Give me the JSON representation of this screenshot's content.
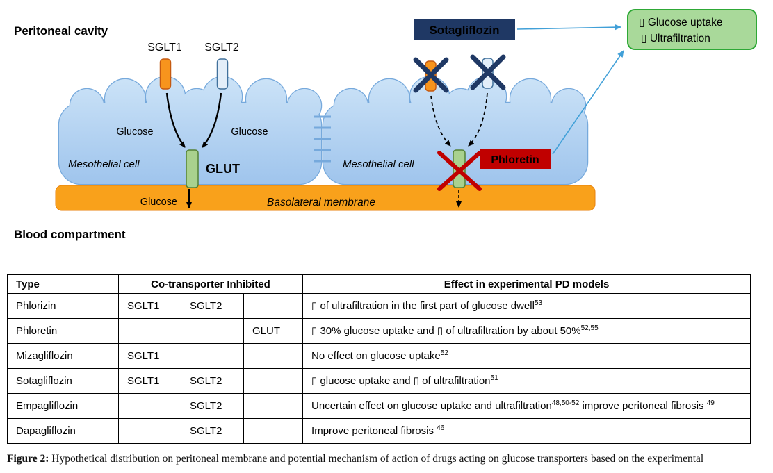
{
  "diagram": {
    "peritoneal_cavity_label": "Peritoneal cavity",
    "blood_compartment_label": "Blood compartment",
    "sglt1_label": "SGLT1",
    "sglt2_label": "SGLT2",
    "glucose_label_left": "Glucose",
    "glucose_label_right": "Glucose",
    "glucose_label_bottom": "Glucose",
    "mesothelial_left": "Mesothelial cell",
    "mesothelial_right": "Mesothelial cell",
    "glut_label": "GLUT",
    "basolateral_label": "Basolateral membrane",
    "sotagliflozin_label": "Sotagliflozin",
    "phloretin_label": "Phloretin",
    "outcome_box": {
      "line1": "▯ Glucose uptake",
      "line2": "▯ Ultrafiltration"
    },
    "colors": {
      "cell_blue_light": "#CFE5F8",
      "cell_blue_dark": "#9DC3EC",
      "sglt1_orange": "#F7941D",
      "sglt2_pale_blue": "#E3EEF9",
      "glut_green": "#A9D18E",
      "membrane_orange": "#F9A11B",
      "sotagliflozin_navy": "#1F3864",
      "phloretin_red": "#C00000",
      "outcome_green_fill": "#A9D99A",
      "outcome_green_border": "#2EA836",
      "connector_blue": "#41A0D8"
    }
  },
  "table": {
    "headers": {
      "type": "Type",
      "cotransporter": "Co-transporter Inhibited",
      "effect": "Effect in experimental PD models"
    },
    "rows": [
      {
        "type": "Phlorizin",
        "sglt1": "SGLT1",
        "sglt2": "SGLT2",
        "glut": "",
        "effect": [
          {
            "t": "▯ of ultrafiltration in the first part of glucose dwell"
          },
          {
            "s": "53"
          }
        ]
      },
      {
        "type": "Phloretin",
        "sglt1": "",
        "sglt2": "",
        "glut": "GLUT",
        "effect": [
          {
            "t": "▯ 30% glucose uptake and ▯ of ultrafiltration by about 50%"
          },
          {
            "s": "52,55"
          }
        ]
      },
      {
        "type": "Mizagliflozin",
        "sglt1": "SGLT1",
        "sglt2": "",
        "glut": "",
        "effect": [
          {
            "t": "No effect on glucose uptake"
          },
          {
            "s": "52"
          }
        ]
      },
      {
        "type": "Sotagliflozin",
        "sglt1": "SGLT1",
        "sglt2": "SGLT2",
        "glut": "",
        "effect": [
          {
            "t": "▯ glucose uptake and ▯ of ultrafiltration"
          },
          {
            "s": "51"
          }
        ]
      },
      {
        "type": "Empagliflozin",
        "sglt1": "",
        "sglt2": "SGLT2",
        "glut": "",
        "effect": [
          {
            "t": "Uncertain effect on glucose uptake and ultrafiltration"
          },
          {
            "s": "48,50-52"
          },
          {
            "t": " improve peritoneal fibrosis "
          },
          {
            "s": "49"
          }
        ]
      },
      {
        "type": "Dapagliflozin",
        "sglt1": "",
        "sglt2": "SGLT2",
        "glut": "",
        "effect": [
          {
            "t": "Improve peritoneal fibrosis "
          },
          {
            "s": "46"
          }
        ]
      }
    ]
  },
  "caption": {
    "prefix": "Figure 2:",
    "text": " Hypothetical distribution on peritoneal membrane and potential mechanism of action of drugs acting on glucose transporters based on the experimental"
  }
}
